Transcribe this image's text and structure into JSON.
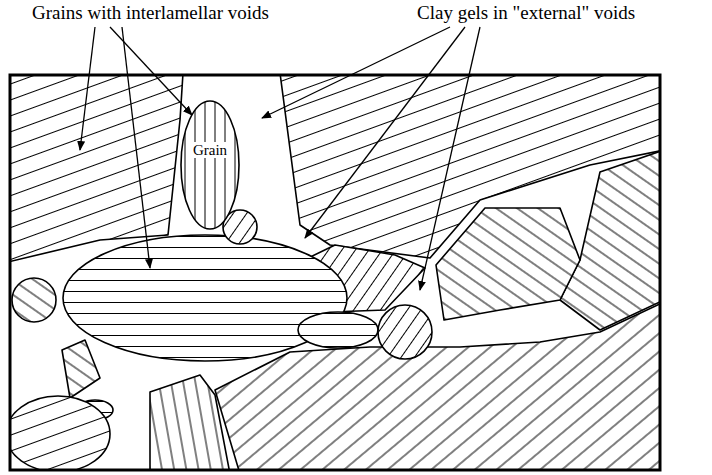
{
  "diagram": {
    "nodes": [
      {
        "text": [
          "Grain"
        ]
      }
    ],
    "labels": [
      "Grains with interlamellar voids",
      "Clay gels in \"external\" voids"
    ]
  }
}
